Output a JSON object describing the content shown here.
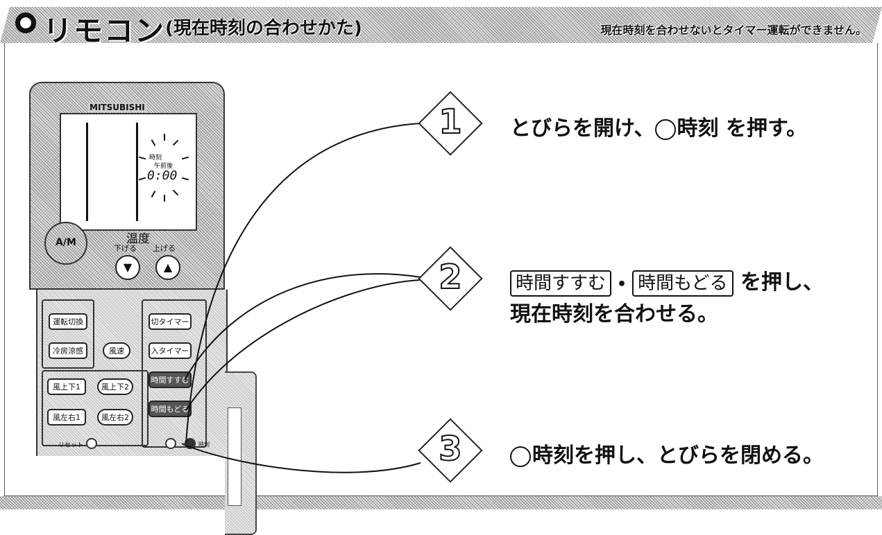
{
  "header": {
    "title": "リモコン",
    "subtitle": "(現在時刻の合わせかた)",
    "note": "現在時刻を合わせないとタイマー運転ができません。"
  },
  "remote": {
    "brand": "MITSUBISHI",
    "lcd_label": "時刻",
    "lcd_ampm": "午前後",
    "lcd_time": "0:00",
    "temp_label": "温度",
    "temp_down": "下げる",
    "temp_up": "上げる",
    "auto_label": "A/M",
    "down_icon": "▼",
    "up_icon": "▲",
    "buttons": {
      "mode": "運転切換",
      "cool": "冷房涼感",
      "fan_speed": "風速",
      "vane_ud1": "風上下1",
      "vane_ud2": "風上下2",
      "vane_lr1": "風左右1",
      "vane_lr2": "風左右2",
      "off_timer": "切タイマー",
      "on_timer": "入タイマー",
      "time_forward": "時間すすむ",
      "time_back": "時間もどる",
      "reset": "リセット",
      "clock": "時刻"
    }
  },
  "steps": [
    {
      "number": "1",
      "text_before": "とびらを開け、",
      "text_after": "時刻 を押す。"
    },
    {
      "number": "2",
      "button_a": "時間すすむ",
      "separator": "•",
      "button_b": "時間もどる",
      "text_after": "を押し、",
      "line2": "現在時刻を合わせる。"
    },
    {
      "number": "3",
      "text_after": "時刻を押し、とびらを閉める。"
    }
  ]
}
